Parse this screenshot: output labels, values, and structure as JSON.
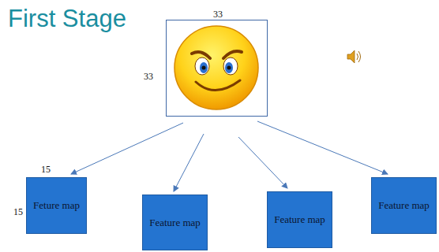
{
  "diagram": {
    "title": "First Stage",
    "nodes": [
      {
        "text": [
          "Feture map"
        ]
      },
      {
        "text": [
          "Feature map"
        ]
      },
      {
        "text": [
          "Feature map"
        ]
      },
      {
        "text": [
          "Feature map"
        ]
      }
    ],
    "labels": [
      "33",
      "33",
      "15",
      "15"
    ]
  }
}
